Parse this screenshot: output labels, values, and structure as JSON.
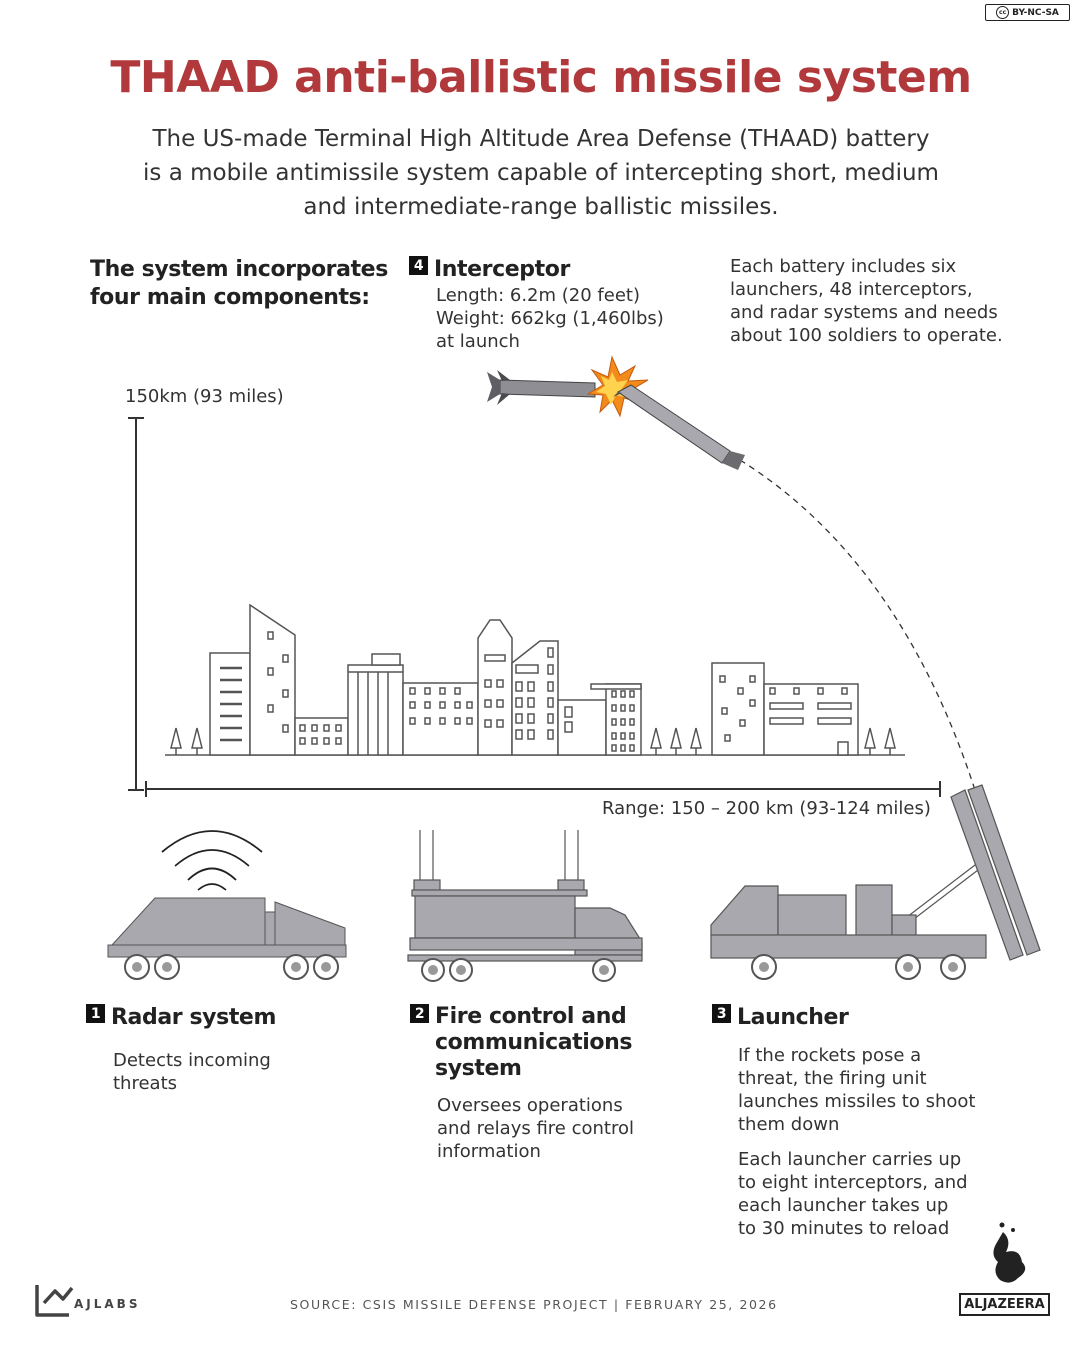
{
  "license": "BY-NC-SA",
  "license_cc": "cc",
  "title": "THAAD anti-ballistic missile system",
  "subtitle": [
    "The US-made Terminal High Altitude Area Defense (THAAD) battery",
    "is a mobile antimissile system capable of intercepting short, medium",
    "and intermediate-range ballistic missiles."
  ],
  "intro": [
    "The system incorporates",
    "four main components:"
  ],
  "interceptor": {
    "number": "4",
    "title": "Interceptor",
    "lines": [
      "Length: 6.2m (20 feet)",
      "Weight: 662kg (1,460lbs)",
      "at launch"
    ]
  },
  "battery_note": [
    "Each battery includes six",
    "launchers, 48 interceptors,",
    "and radar systems and needs",
    "about 100 soldiers to operate."
  ],
  "altitude_label": "150km (93 miles)",
  "range_label": "Range: 150 – 200 km (93-124 miles)",
  "components": [
    {
      "number": "1",
      "title": [
        "Radar system"
      ],
      "paragraphs": [
        [
          "Detects incoming",
          "threats"
        ]
      ]
    },
    {
      "number": "2",
      "title": [
        "Fire control and",
        "communications",
        "system"
      ],
      "paragraphs": [
        [
          "Oversees operations",
          "and relays fire control",
          "information"
        ]
      ]
    },
    {
      "number": "3",
      "title": [
        "Launcher"
      ],
      "paragraphs": [
        [
          "If the rockets pose a",
          "threat, the firing unit",
          "launches missiles to shoot",
          "them down"
        ],
        [
          "Each launcher carries up",
          "to eight interceptors, and",
          "each launcher takes up",
          "to 30 minutes to reload"
        ]
      ]
    }
  ],
  "footer": {
    "source": "SOURCE:  CSIS MISSILE DEFENSE PROJECT  |  FEBRUARY 25, 2026",
    "ajlabs": "AJLABS",
    "aljazeera": "ALJAZEERA"
  },
  "colors": {
    "title": "#b2393b",
    "vehicle": "#a9a8ae",
    "vehicle_stroke": "#555555",
    "line": "#333333",
    "explosion": "#f28b1a"
  }
}
